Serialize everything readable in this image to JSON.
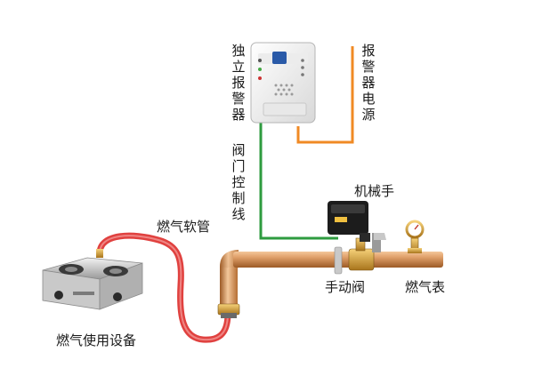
{
  "labels": {
    "detector": "独立报警器",
    "power": "报警器电源",
    "control_line": "阀门控制线",
    "manipulator": "机械手",
    "hose": "燃气软管",
    "manual_valve": "手动阀",
    "meter": "燃气表",
    "appliance": "燃气使用设备"
  },
  "colors": {
    "pipe_copper": "#c87f3e",
    "hose_red": "#e0413f",
    "control_wire_green": "#2e9b3f",
    "power_wire_orange": "#f08a24",
    "valve_body": "#1c1c1c"
  }
}
